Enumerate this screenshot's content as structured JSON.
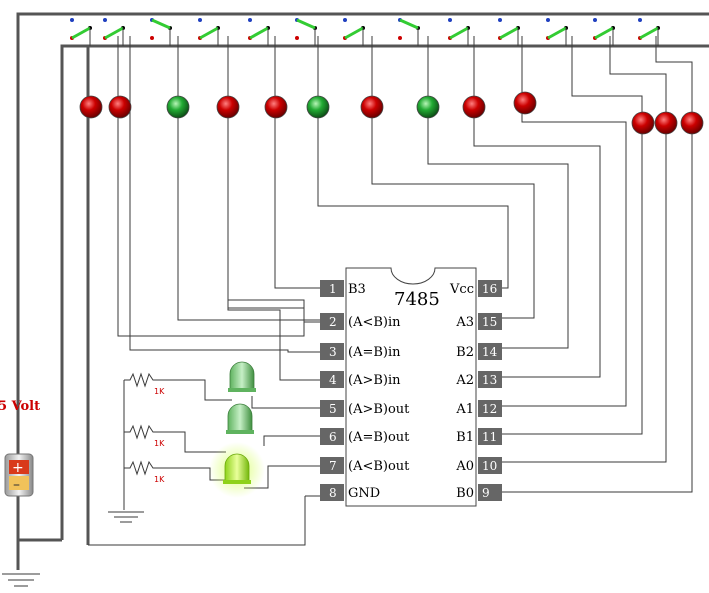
{
  "colors": {
    "led_red": "#cc0000",
    "led_green": "#22aa33",
    "switch_green": "#33cc33",
    "pin_box": "#666666",
    "resistor_label": "#cc0000",
    "volt_label": "#cc0000"
  },
  "battery": {
    "label": "5 Volt",
    "icon": "battery-icon"
  },
  "chip": {
    "name": "7485",
    "pins_left": [
      {
        "num": "1",
        "label": "B3"
      },
      {
        "num": "2",
        "label": "(A<B)in"
      },
      {
        "num": "3",
        "label": "(A=B)in"
      },
      {
        "num": "4",
        "label": "(A>B)in"
      },
      {
        "num": "5",
        "label": "(A>B)out"
      },
      {
        "num": "6",
        "label": "(A=B)out"
      },
      {
        "num": "7",
        "label": "(A<B)out"
      },
      {
        "num": "8",
        "label": "GND"
      }
    ],
    "pins_right": [
      {
        "num": "16",
        "label": "Vcc"
      },
      {
        "num": "15",
        "label": "A3"
      },
      {
        "num": "14",
        "label": "B2"
      },
      {
        "num": "13",
        "label": "A2"
      },
      {
        "num": "12",
        "label": "A1"
      },
      {
        "num": "11",
        "label": "B1"
      },
      {
        "num": "10",
        "label": "A0"
      },
      {
        "num": "9",
        "label": "B0"
      }
    ]
  },
  "resistors": [
    {
      "label": "1K"
    },
    {
      "label": "1K"
    },
    {
      "label": "1K"
    }
  ],
  "input_leds": [
    {
      "state": "red"
    },
    {
      "state": "red"
    },
    {
      "state": "green"
    },
    {
      "state": "red"
    },
    {
      "state": "red"
    },
    {
      "state": "green"
    },
    {
      "state": "red"
    },
    {
      "state": "green"
    },
    {
      "state": "red"
    },
    {
      "state": "red"
    },
    {
      "state": "red"
    },
    {
      "state": "red"
    },
    {
      "state": "red"
    }
  ],
  "output_leds": [
    {
      "name": "A>B",
      "lit": false
    },
    {
      "name": "A=B",
      "lit": false
    },
    {
      "name": "A<B",
      "lit": true
    }
  ]
}
